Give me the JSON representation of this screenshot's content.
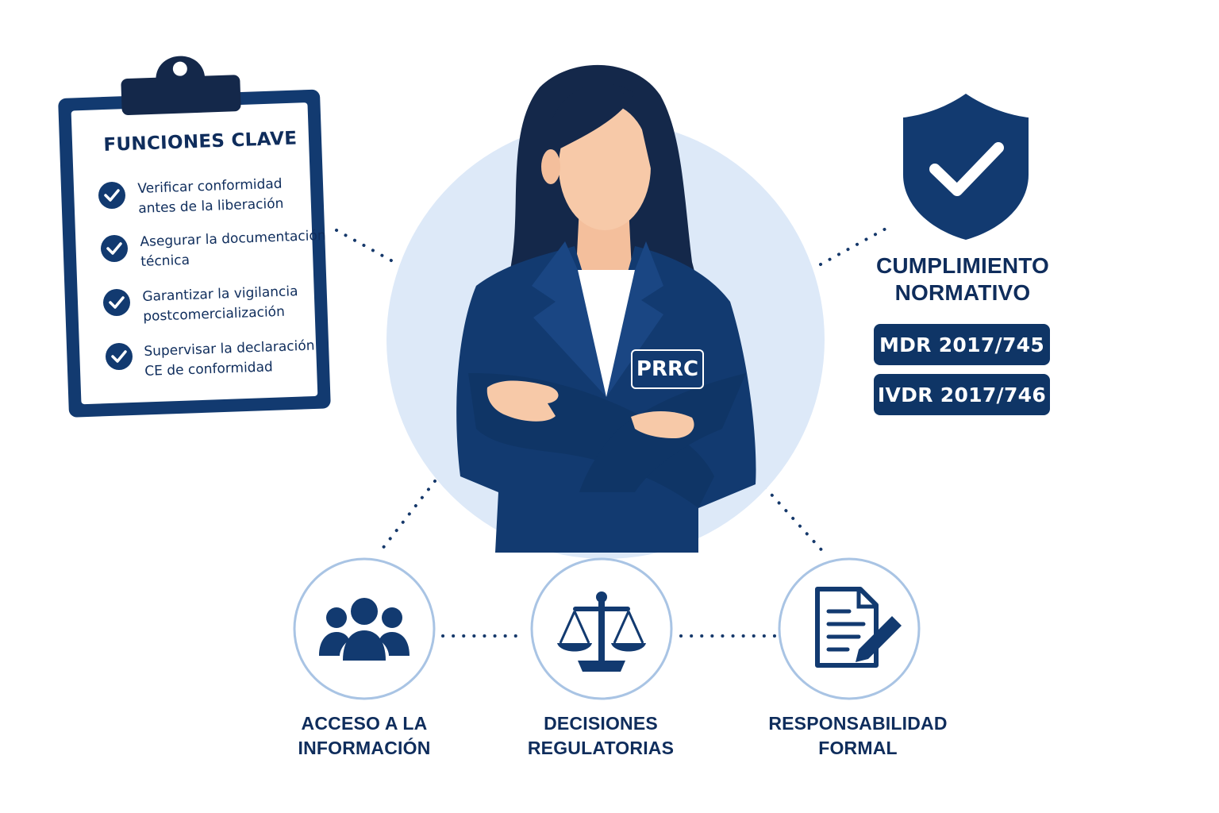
{
  "clipboard": {
    "title": "FUNCIONES CLAVE",
    "items": [
      {
        "line1": "Verificar conformidad",
        "line2": "antes de la liberación"
      },
      {
        "line1": "Asegurar la documentación",
        "line2": "técnica"
      },
      {
        "line1": "Garantizar la vigilancia",
        "line2": "postcomercialización"
      },
      {
        "line1": "Supervisar la declaración",
        "line2": "CE de conformidad"
      }
    ]
  },
  "person": {
    "badge": "PRRC"
  },
  "compliance": {
    "title_line1": "CUMPLIMIENTO",
    "title_line2": "NORMATIVO",
    "regulations": [
      "MDR 2017/745",
      "IVDR 2017/746"
    ]
  },
  "nodes": [
    {
      "icon": "people-group-icon",
      "line1": "ACCESO A LA",
      "line2": "INFORMACIÓN"
    },
    {
      "icon": "scales-icon",
      "line1": "DECISIONES",
      "line2": "REGULATORIAS"
    },
    {
      "icon": "document-pen-icon",
      "line1": "RESPONSABILIDAD",
      "line2": "FORMAL"
    }
  ],
  "colors": {
    "navy": "#0f3566",
    "dark_navy": "#0f2d5c",
    "light_blue": "#dde9f8",
    "circle_border": "#a9c4e4",
    "skin": "#f7c9a8",
    "hair": "#14284a"
  }
}
